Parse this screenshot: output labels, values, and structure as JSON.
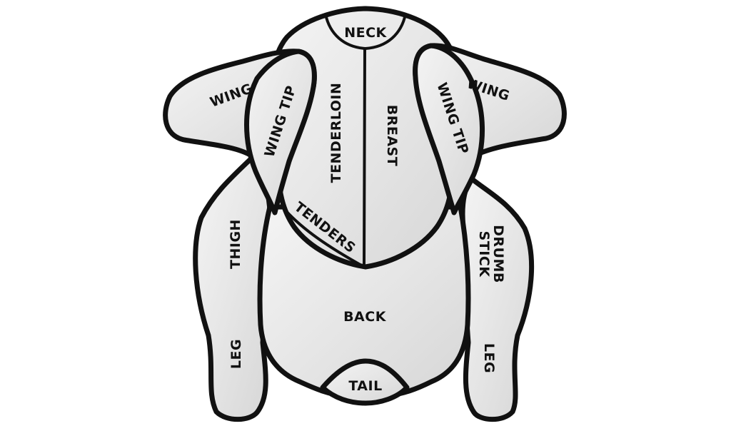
{
  "diagram": {
    "colors": {
      "outline": "#111111",
      "fill_light": "#f2f2f2",
      "fill_dark": "#d9d9d9",
      "background": "#ffffff"
    },
    "parts": {
      "neck": "NECK",
      "wing_left": "WING",
      "wing_right": "WING",
      "wing_tip_left": "WING TIP",
      "wing_tip_right": "WING TIP",
      "tenderloin": "TENDERLOIN",
      "breast": "BREAST",
      "tenders": "TENDERS",
      "thigh": "THIGH",
      "drumstick_line1": "DRUMB",
      "drumstick_line2": "STICK",
      "back": "BACK",
      "leg_left": "LEG",
      "leg_right": "LEG",
      "tail": "TAIL"
    }
  }
}
